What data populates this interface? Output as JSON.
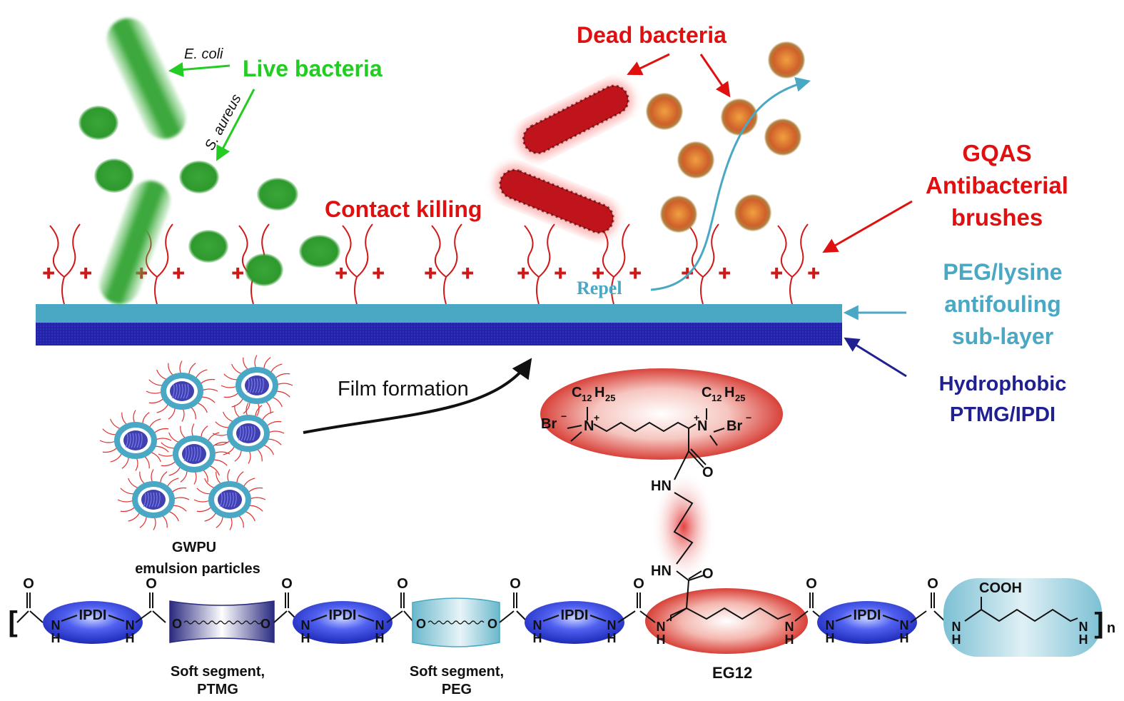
{
  "labels": {
    "live_bacteria": "Live bacteria",
    "e_coli": "E. coli",
    "s_aureus": "S. aureus",
    "dead_bacteria": "Dead bacteria",
    "contact_killing": "Contact killing",
    "repel": "Repel",
    "gqas_1": "GQAS",
    "gqas_2": "Antibacterial",
    "gqas_3": "brushes",
    "peg_1": "PEG/lysine",
    "peg_2": "antifouling",
    "peg_3": "sub-layer",
    "hydro_1": "Hydrophobic",
    "hydro_2": "PTMG/IPDI",
    "film_formation": "Film formation",
    "gwpu_1": "GWPU",
    "gwpu_2": "emulsion particles",
    "soft_ptmg_1": "Soft segment,",
    "soft_ptmg_2": "PTMG",
    "soft_peg_1": "Soft segment,",
    "soft_peg_2": "PEG",
    "eg12": "EG12"
  },
  "chem": {
    "ipdi": "IPDI",
    "n": "N",
    "h": "H",
    "o": "O",
    "c": "C",
    "h25": "H",
    "sub12": "12",
    "sub25": "25",
    "plus": "+",
    "minus": "−",
    "br": "Br",
    "hn": "HN",
    "cooh": "COOH",
    "n_sub": "n",
    "bracket_open": "[",
    "bracket_close": "]"
  },
  "colors": {
    "live": "#22cc22",
    "dead": "#e01010",
    "peg": "#4aa8c4",
    "hydrophobic": "#202090",
    "ipdi": "#2f3fd8",
    "eg12": "#e03030"
  }
}
